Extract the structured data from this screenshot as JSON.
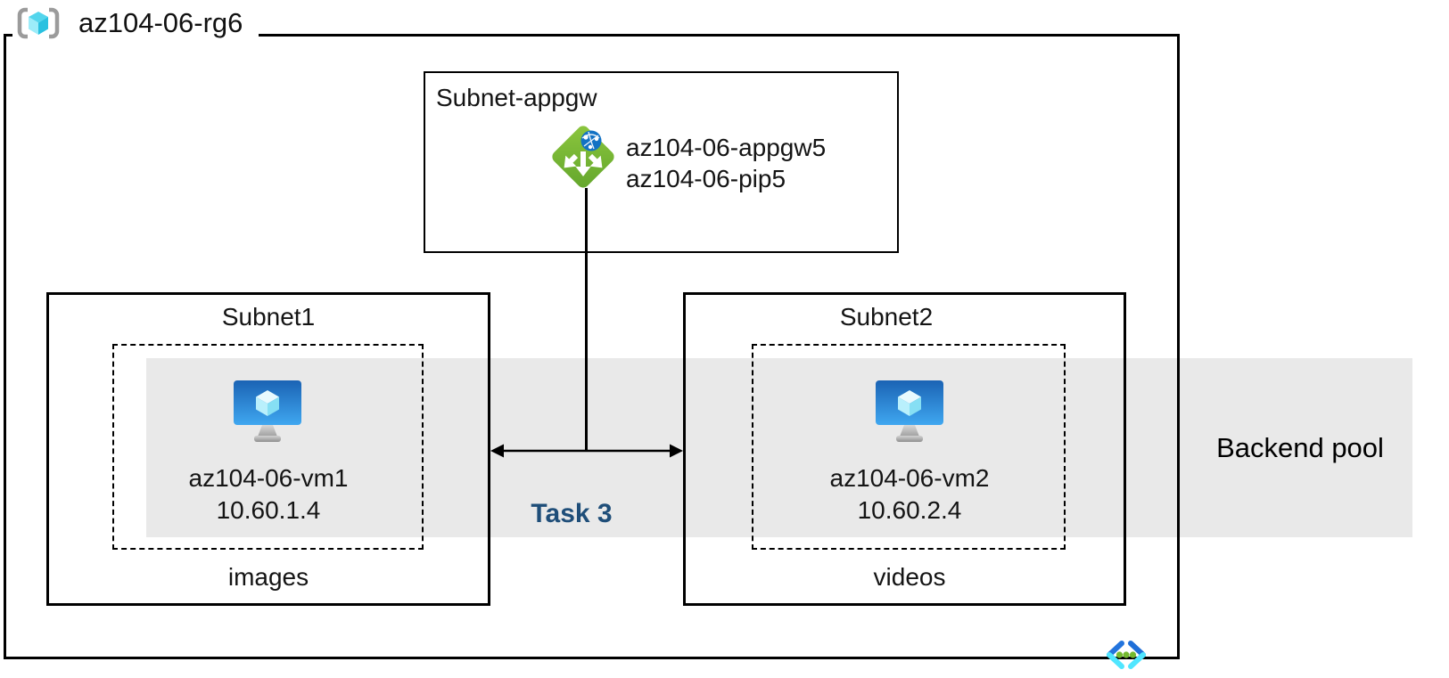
{
  "resource_group": {
    "name": "az104-06-rg6"
  },
  "appgw_subnet": {
    "name": "Subnet-appgw",
    "lines": [
      "az104-06-appgw5",
      "az104-06-pip5"
    ]
  },
  "subnets": [
    {
      "name": "Subnet1",
      "vm_name": "az104-06-vm1",
      "vm_ip": "10.60.1.4",
      "caption": "images"
    },
    {
      "name": "Subnet2",
      "vm_name": "az104-06-vm2",
      "vm_ip": "10.60.2.4",
      "caption": "videos"
    }
  ],
  "backend_pool": {
    "label": "Backend pool"
  },
  "task": {
    "label": "Task 3"
  },
  "colors": {
    "band_gray": "#e9e9e9",
    "border_black": "#000000",
    "task_text": "#1f4e79",
    "appgw_green": "#76b82a",
    "vm_screen_blue_top": "#1b63b4",
    "vm_screen_blue_bottom": "#3fa7f0",
    "cube_cyan": "#53d5ec",
    "vnet_chevron_blue": "#2374dd",
    "vnet_chevron_cyan": "#50e6ff",
    "vnet_dot_green": "#74b92e"
  }
}
